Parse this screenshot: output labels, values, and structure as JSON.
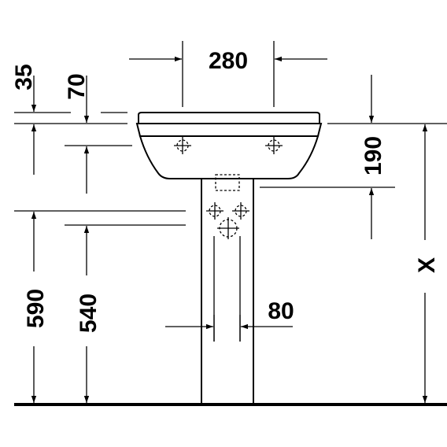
{
  "dimensions": {
    "basin_width_between_holes": "280",
    "rim_depth": "35",
    "rim_to_overflow": "70",
    "basin_height": "190",
    "installation_height": "590",
    "outlet_height": "540",
    "pedestal_width": "80",
    "variable_height": "X"
  },
  "colors": {
    "line": "#000000",
    "background": "#ffffff"
  }
}
